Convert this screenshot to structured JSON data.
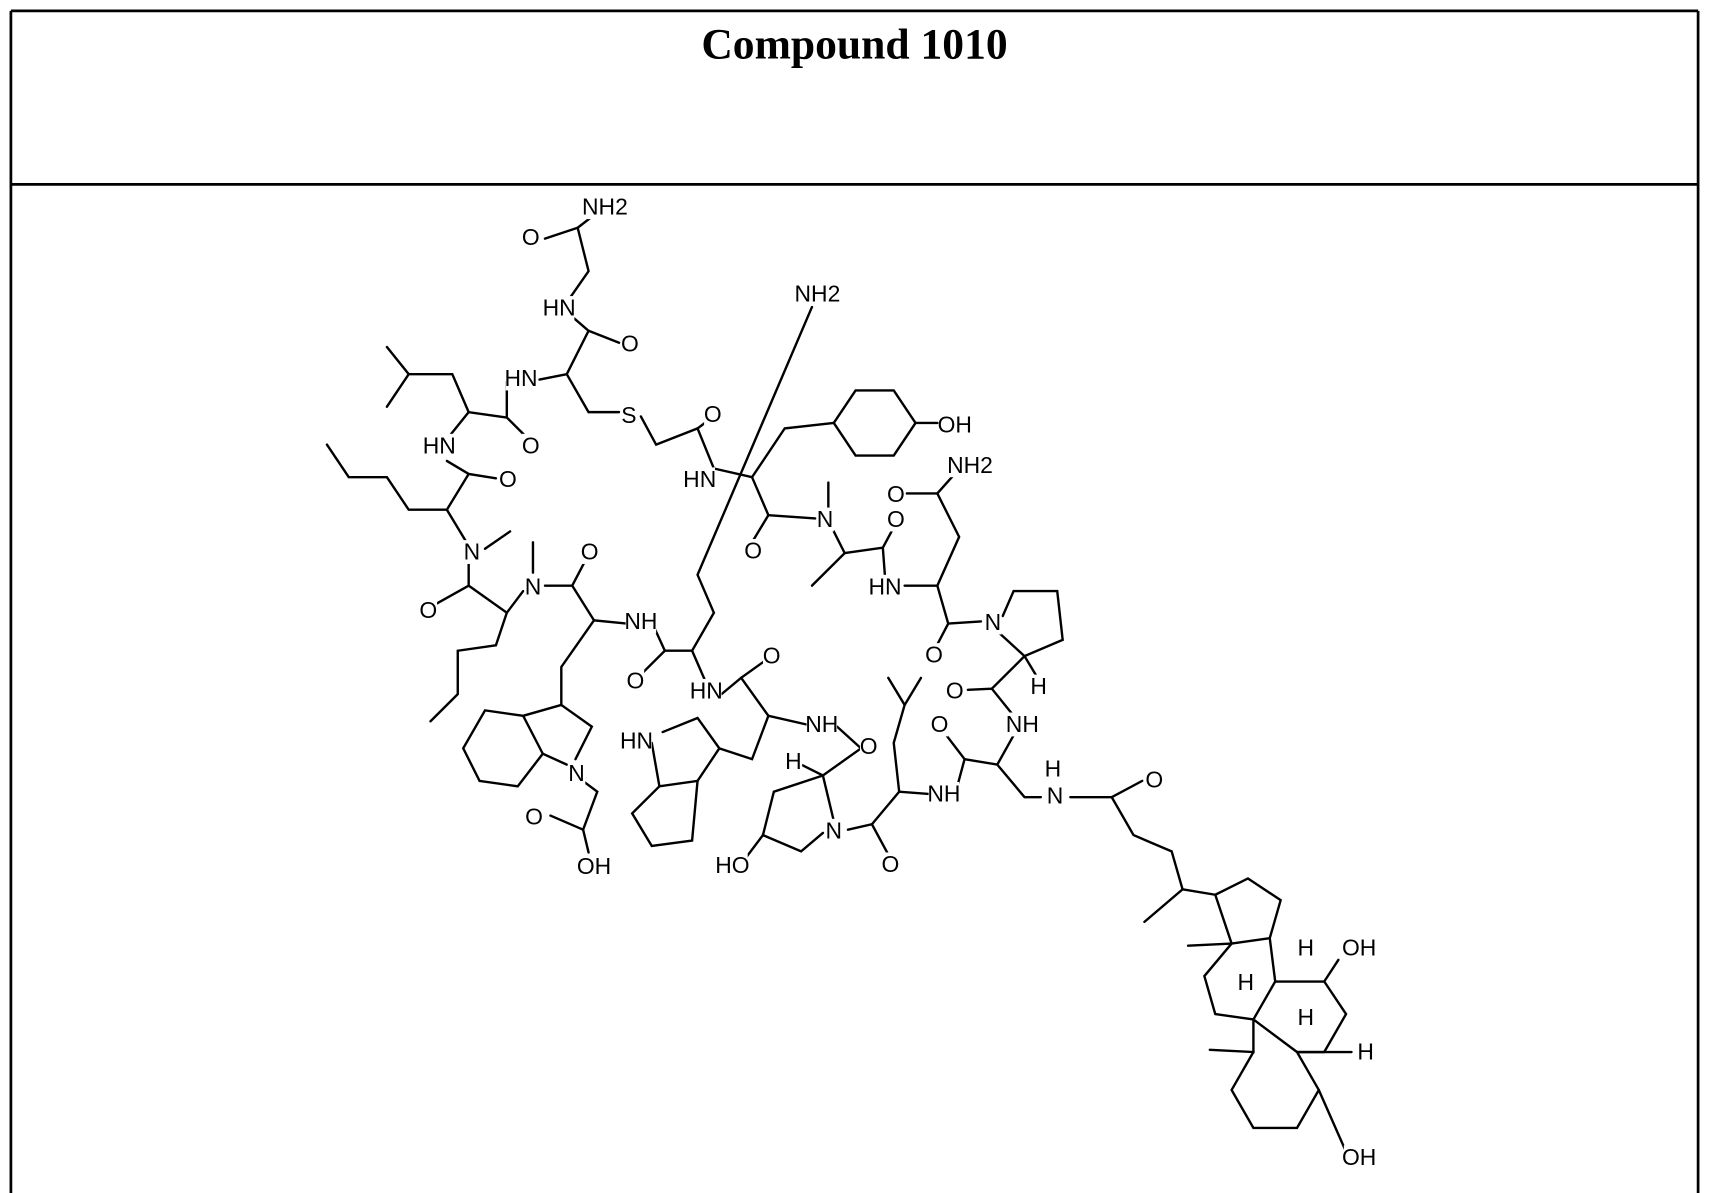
{
  "table": {
    "header": {
      "title": "Compound 1010"
    },
    "structure": {
      "atom_labels": [
        "NH2",
        "O",
        "HN",
        "O",
        "HN",
        "S",
        "O",
        "HN",
        "O",
        "O",
        "HN",
        "NH2",
        "OH",
        "NH2",
        "O",
        "N",
        "N",
        "O",
        "O",
        "N",
        "HN",
        "O",
        "O",
        "NH",
        "N",
        "O",
        "HN",
        "O",
        "O",
        "O",
        "H",
        "NH",
        "NH",
        "HN",
        "N",
        "O",
        "H",
        "O",
        "O",
        "NH",
        "H",
        "N",
        "O",
        "O",
        "N",
        "OH",
        "HO",
        "H",
        "OH",
        "H",
        "H",
        "H",
        "OH"
      ]
    }
  }
}
